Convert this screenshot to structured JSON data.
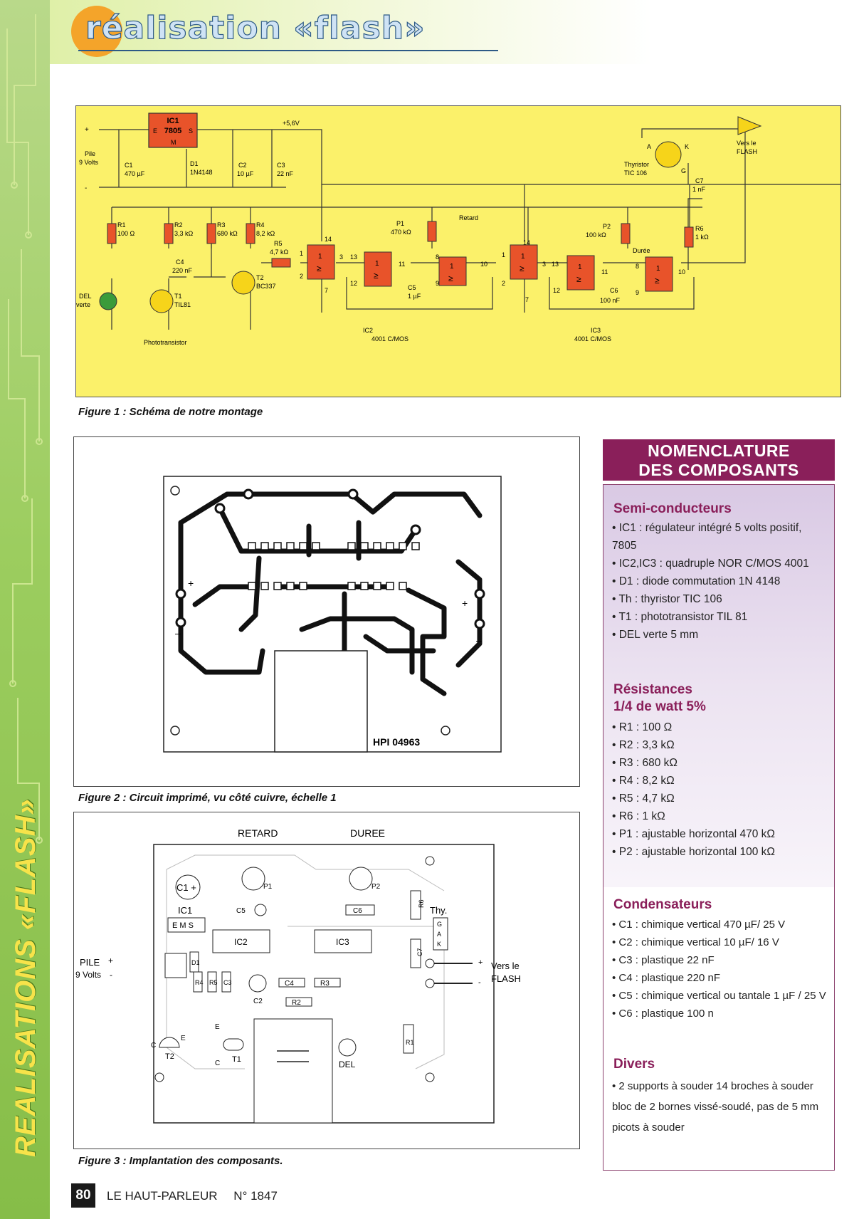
{
  "header": {
    "title": "réalisation «flash»"
  },
  "sidebar": {
    "section_label": "REALISATIONS «FLASH»"
  },
  "figure1": {
    "caption": "Figure 1 : Schéma de notre montage",
    "labels": {
      "plus": "+",
      "minus": "-",
      "pile": "Pile",
      "pile_volts": "9 Volts",
      "ic1": "IC1",
      "ic1_part": "7805",
      "ic1_e": "E",
      "ic1_s": "S",
      "ic1_m": "M",
      "c1": "C1",
      "c1_val": "470 µF",
      "d1": "D1",
      "d1_val": "1N4148",
      "c2": "C2",
      "c2_val": "10 µF",
      "c3": "C3",
      "c3_val": "22 nF",
      "vcc": "+5,6V",
      "r1": "R1",
      "r1_val": "100 Ω",
      "r2": "R2",
      "r2_val": "3,3 kΩ",
      "r3": "R3",
      "r3_val": "680 kΩ",
      "r4": "R4",
      "r4_val": "8,2 kΩ",
      "r5": "R5",
      "r5_val": "4,7 kΩ",
      "c4": "C4",
      "c4_val": "220 nF",
      "del": "DEL",
      "del_val": "verte",
      "t1": "T1",
      "t1_val": "TIL81",
      "t2": "T2",
      "t2_val": "BC337",
      "photo": "Phototransistor",
      "p1": "P1",
      "p1_val": "470 kΩ",
      "retard": "Retard",
      "c5": "C5",
      "c5_val": "1 µF",
      "ic2": "IC2",
      "ic2_val": "4001 C/MOS",
      "p2": "P2",
      "p2_val": "100 kΩ",
      "duree": "Durée",
      "c6": "C6",
      "c6_val": "100 nF",
      "ic3": "IC3",
      "ic3_val": "4001 C/MOS",
      "r6": "R6",
      "r6_val": "1 kΩ",
      "c7": "C7",
      "c7_val": "1 nF",
      "thy": "Thyristor",
      "thy_val": "TIC 106",
      "a": "A",
      "k": "K",
      "g": "G",
      "vers": "Vers le",
      "flash": "FLASH",
      "gate": "1",
      "gate_sym": "≥"
    },
    "pins": {
      "p14": "14",
      "p7": "7",
      "p1": "1",
      "p2": "2",
      "p3": "3",
      "p13": "13",
      "p12": "12",
      "p11": "11",
      "p8": "8",
      "p9": "9",
      "p10": "10"
    }
  },
  "figure2": {
    "caption": "Figure 2 : Circuit imprimé, vu côté cuivre, échelle 1",
    "ref": "HPI 04963",
    "plus": "+",
    "minus": "–"
  },
  "figure3": {
    "caption": "Figure 3 : Implantation des composants.",
    "labels": {
      "retard": "RETARD",
      "duree": "DUREE",
      "c1": "C1 +",
      "ic1": "IC1",
      "ems": "E M S",
      "ic2": "IC2",
      "ic3": "IC3",
      "p1": "P1",
      "p2": "P2",
      "c5": "C5",
      "c6": "C6",
      "r6": "R6",
      "c7": "C7",
      "thy": "Thy.",
      "gak_g": "G",
      "gak_a": "A",
      "gak_k": "K",
      "pile": "PILE",
      "volts": "9 Volts",
      "plus": "+",
      "minus": "-",
      "d1": "D1",
      "r4": "R4",
      "r5": "R5",
      "c3": "C3",
      "c2": "C2",
      "c4": "C4",
      "r3": "R3",
      "r2": "R2",
      "r1": "R1",
      "vers": "Vers le",
      "flash": "FLASH",
      "e": "E",
      "c": "C",
      "t1": "T1",
      "t2": "T2",
      "del": "DEL"
    }
  },
  "nomenclature": {
    "title_line1": "NOMENCLATURE",
    "title_line2": "DES COMPOSANTS",
    "sections": [
      {
        "title": "Semi-conducteurs",
        "items": [
          "• IC1 : régulateur intégré 5 volts positif, 7805",
          "• IC2,IC3 : quadruple NOR C/MOS 4001",
          "• D1 : diode commutation 1N 4148",
          "• Th : thyristor TIC 106",
          "• T1 : phototransistor TIL 81",
          "• DEL verte 5 mm"
        ]
      },
      {
        "title": "Résistances",
        "title2": "1/4 de watt 5%",
        "items": [
          "• R1 : 100 Ω",
          "• R2 : 3,3 kΩ",
          "• R3 : 680 kΩ",
          "• R4 : 8,2 kΩ",
          "• R5 : 4,7 kΩ",
          "• R6 : 1 kΩ",
          "• P1 : ajustable horizontal 470 kΩ",
          "• P2 : ajustable horizontal 100 kΩ"
        ]
      },
      {
        "title": "Condensateurs",
        "items": [
          "• C1 : chimique vertical 470 µF/ 25 V",
          "• C2 : chimique vertical 10 µF/ 16 V",
          "• C3 : plastique 22 nF",
          "• C4 : plastique 220 nF",
          "• C5 : chimique vertical ou tantale 1 µF / 25 V",
          "• C6 : plastique 100 n"
        ]
      },
      {
        "title": "Divers",
        "items": [
          "• 2 supports à souder 14 broches à souder",
          "bloc de 2 bornes vissé-soudé, pas de 5 mm",
          "picots à souder"
        ]
      }
    ]
  },
  "footer": {
    "page_number": "80",
    "magazine": "LE HAUT-PARLEUR",
    "issue": "N° 1847"
  }
}
